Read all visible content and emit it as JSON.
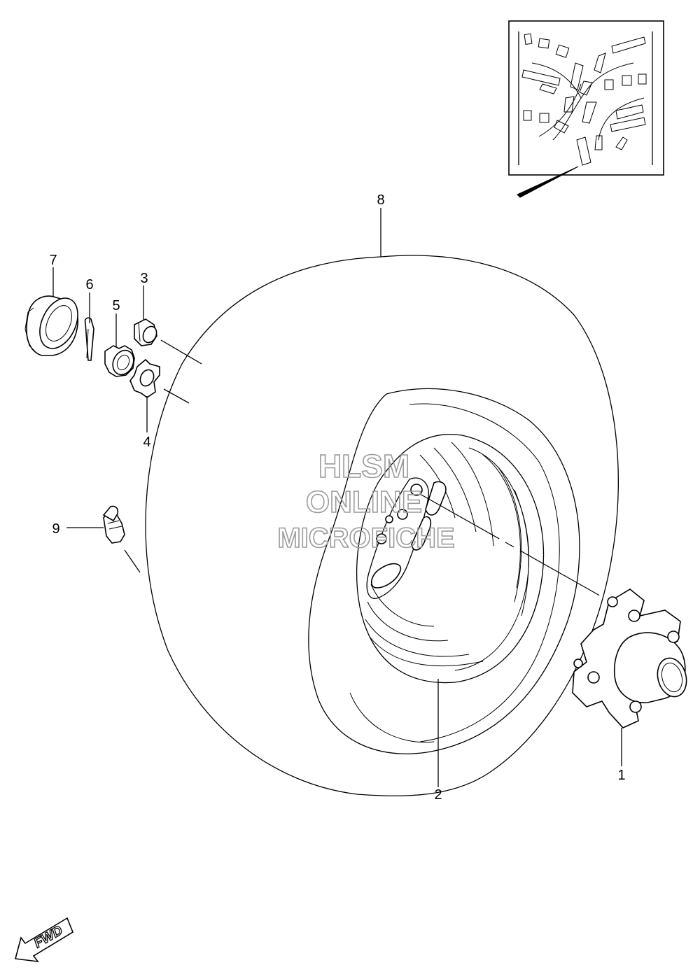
{
  "callouts": [
    {
      "id": "1",
      "label": "1"
    },
    {
      "id": "2",
      "label": "2"
    },
    {
      "id": "3",
      "label": "3"
    },
    {
      "id": "4",
      "label": "4"
    },
    {
      "id": "5",
      "label": "5"
    },
    {
      "id": "6",
      "label": "6"
    },
    {
      "id": "7",
      "label": "7"
    },
    {
      "id": "8",
      "label": "8"
    },
    {
      "id": "9",
      "label": "9"
    }
  ],
  "watermark": {
    "line1": "HLSM",
    "line2": "ONLINE",
    "line3": "MICROFICHE"
  },
  "direction_marker": {
    "label": "FWD"
  },
  "colors": {
    "ink": "#000000",
    "watermark": "#9a9a9a",
    "background": "#ffffff"
  }
}
